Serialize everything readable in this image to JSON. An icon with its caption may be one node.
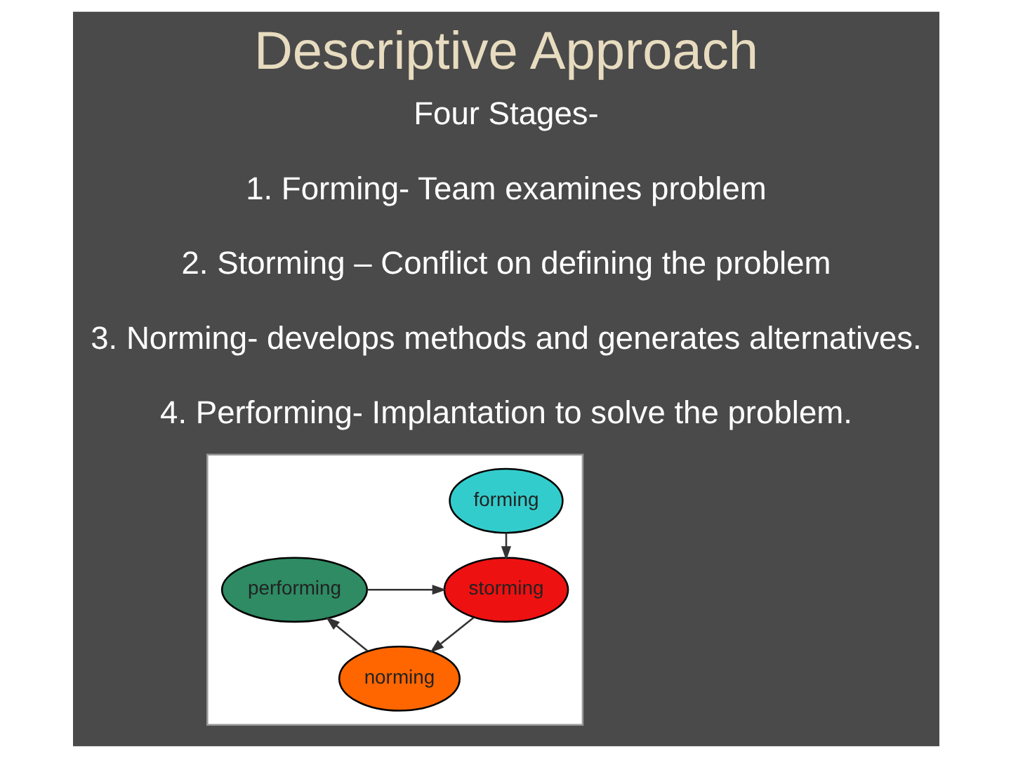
{
  "diagram": {
    "title": "Descriptive Approach",
    "nodes": [
      {
        "text": [],
        "shape": "box"
      },
      {
        "text": [
          "forming"
        ],
        "in": 0
      },
      {
        "text": [
          "performing"
        ],
        "in": 0
      },
      {
        "text": [
          "storming"
        ],
        "in": 0
      },
      {
        "text": [
          "norming"
        ],
        "in": 0
      }
    ],
    "edges": [
      {
        "from": 1,
        "to": 3,
        "arrow": "to"
      },
      {
        "from": 2,
        "to": 3,
        "arrow": "to"
      },
      {
        "from": 3,
        "to": 4,
        "arrow": "to"
      },
      {
        "from": 4,
        "to": 2,
        "arrow": "to"
      }
    ],
    "labels": [
      "Four Stages-",
      "1. Forming- Team examines problem",
      "2. Storming – Conflict on defining the problem",
      "3. Norming- develops methods and generates alternatives.",
      "4. Performing- Implantation to solve the problem."
    ]
  }
}
